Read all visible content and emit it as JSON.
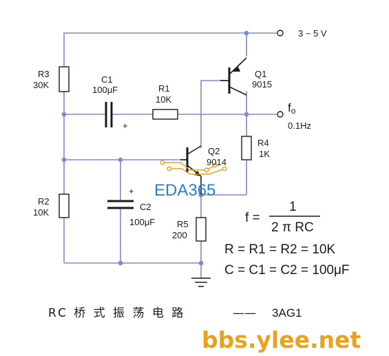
{
  "supply_label": "3 ~ 5 V",
  "output": {
    "name": "f",
    "sub": "o",
    "freq": "0.1Hz"
  },
  "components": {
    "R3": {
      "ref": "R3",
      "value": "30K"
    },
    "C1": {
      "ref": "C1",
      "value": "100μF"
    },
    "R1": {
      "ref": "R1",
      "value": "10K"
    },
    "Q1": {
      "ref": "Q1",
      "value": "9015"
    },
    "R4": {
      "ref": "R4",
      "value": "1K"
    },
    "Q2": {
      "ref": "Q2",
      "value": "9014"
    },
    "R2": {
      "ref": "R2",
      "value": "10K"
    },
    "C2": {
      "ref": "C2",
      "value": "100μF"
    },
    "R5": {
      "ref": "R5",
      "value": "200"
    }
  },
  "polarity_mark": "+",
  "formulas": {
    "f_lhs": "f =",
    "f_num": "1",
    "f_den": "2 π RC",
    "r_eq": "R = R1 = R2 = 10K",
    "c_eq": "C = C1 = C2 = 100μF"
  },
  "caption": {
    "title": "RC 桥 式 振 荡 电 路",
    "dash": "——",
    "code": "3AG1"
  },
  "watermarks": {
    "eda": "EDA365",
    "bbs": "bbs.ylee.net"
  },
  "colors": {
    "wire": "#7f87d8",
    "eda_logo": "#2f7fc0",
    "eda_dots": "#e9a21f",
    "bbs": "#e9a21f"
  }
}
